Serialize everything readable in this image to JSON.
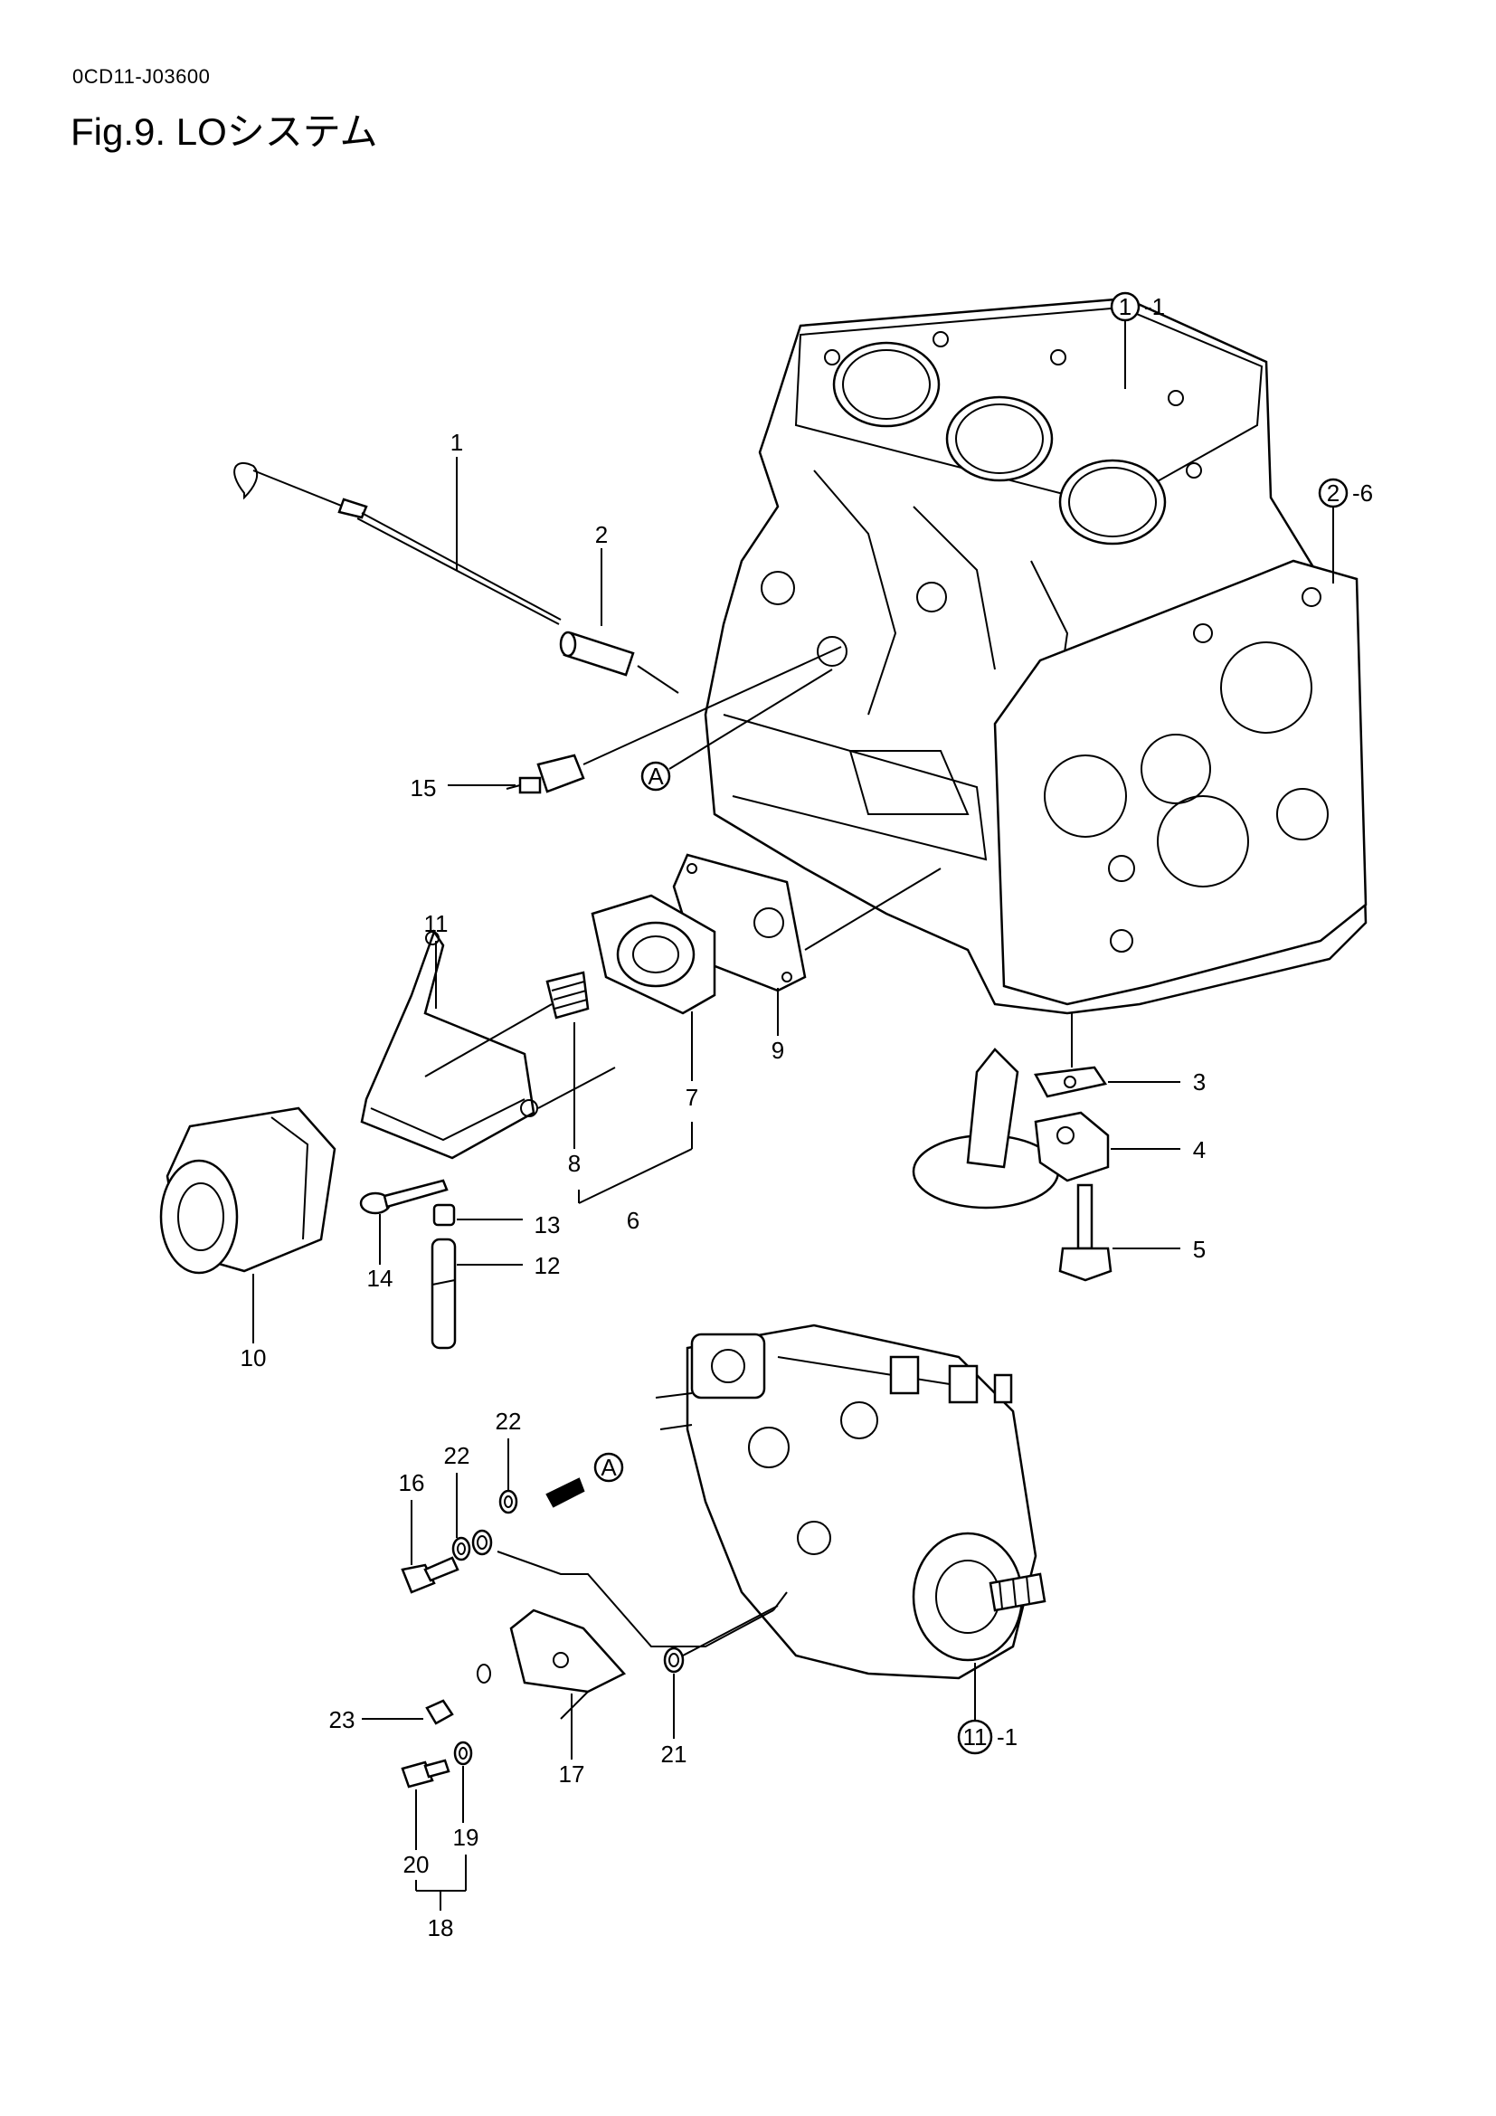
{
  "header": {
    "doc_code": "0CD11-J03600",
    "figure_title": "Fig.9.  LOシステム"
  },
  "callouts": {
    "c1": "1",
    "c2": "2",
    "c3": "3",
    "c4": "4",
    "c5": "5",
    "c6": "6",
    "c7": "7",
    "c8": "8",
    "c9": "9",
    "c10": "10",
    "c11": "11",
    "c12": "12",
    "c13": "13",
    "c14": "14",
    "c15": "15",
    "c16": "16",
    "c17": "17",
    "c18": "18",
    "c19": "19",
    "c20": "20",
    "c21": "21",
    "c22a": "22",
    "c22b": "22",
    "c23": "23"
  },
  "references": {
    "block_num": "1",
    "block_suffix": "-1",
    "plate_num": "2",
    "plate_suffix": "-6",
    "pump_num": "11",
    "pump_suffix": "-1",
    "marker_a1": "A",
    "marker_a2": "A"
  }
}
